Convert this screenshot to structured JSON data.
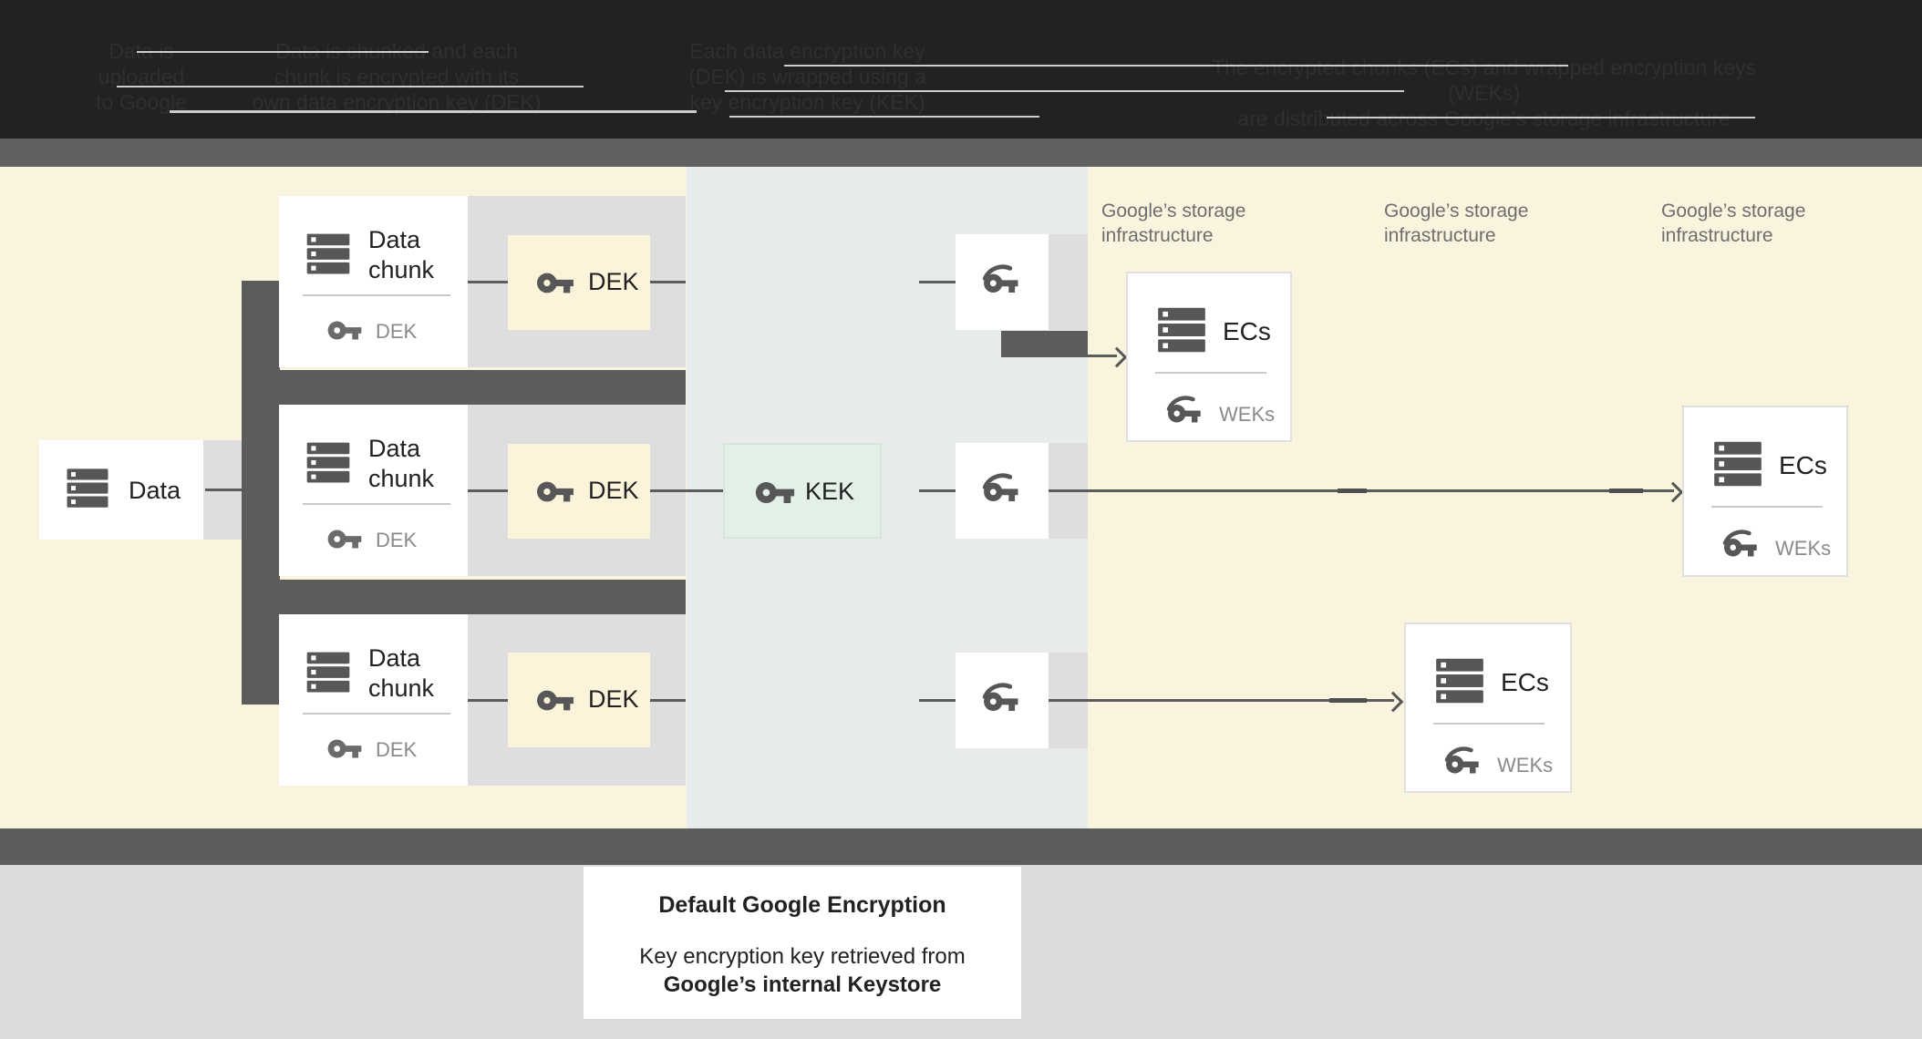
{
  "header": {
    "steps": [
      {
        "lines": [
          "Data is",
          "uploaded",
          "to Google"
        ]
      },
      {
        "lines": [
          "Data is chunked and each",
          "chunk is encrypted with its",
          "own data encryption key (DEK)"
        ]
      },
      {
        "lines": [
          "Each data encryption key",
          "(DEK) is wrapped using a",
          "key encryption key (KEK)"
        ]
      },
      {
        "lines": [
          "The encrypted chunks (ECs) and wrapped encryption keys (WEKs)",
          "are distributed across Google’s storage infrastructure"
        ]
      }
    ]
  },
  "diagram": {
    "data_card": {
      "label": "Data"
    },
    "chunk_cards": [
      {
        "title_line1": "Data",
        "title_line2": "chunk",
        "key_label": "DEK"
      },
      {
        "title_line1": "Data",
        "title_line2": "chunk",
        "key_label": "DEK"
      },
      {
        "title_line1": "Data",
        "title_line2": "chunk",
        "key_label": "DEK"
      }
    ],
    "dek_boxes": [
      {
        "label": "DEK"
      },
      {
        "label": "DEK"
      },
      {
        "label": "DEK"
      }
    ],
    "kek_box": {
      "label": "KEK"
    },
    "storage_labels": [
      {
        "line1": "Google’s storage",
        "line2": "infrastructure"
      },
      {
        "line1": "Google’s storage",
        "line2": "infrastructure"
      },
      {
        "line1": "Google’s storage",
        "line2": "infrastructure"
      }
    ],
    "ec_cards": [
      {
        "title": "ECs",
        "key_label": "WEKs"
      },
      {
        "title": "ECs",
        "key_label": "WEKs"
      },
      {
        "title": "ECs",
        "key_label": "WEKs"
      }
    ]
  },
  "caption": {
    "title": "Default Google Encryption",
    "line1": "Key encryption key retrieved from",
    "line2": "Google’s internal Keystore"
  },
  "colors": {
    "header_band": "#222222",
    "divider_bar": "#616161",
    "beige_background": "#faf3de",
    "kek_zone_panel": "#e8ebeb",
    "gray_panel": "#dedede",
    "dark_connector": "#5c5c5c",
    "kek_fill": "#e3f0e7",
    "dek_fill": "#fcf4da",
    "card_white": "#ffffff",
    "text_dark": "#212121",
    "text_muted": "#8a8a8a",
    "storage_label_gray": "#6e6e6e",
    "footer_background": "#dbdbdb",
    "icon_gray": "#575757"
  }
}
